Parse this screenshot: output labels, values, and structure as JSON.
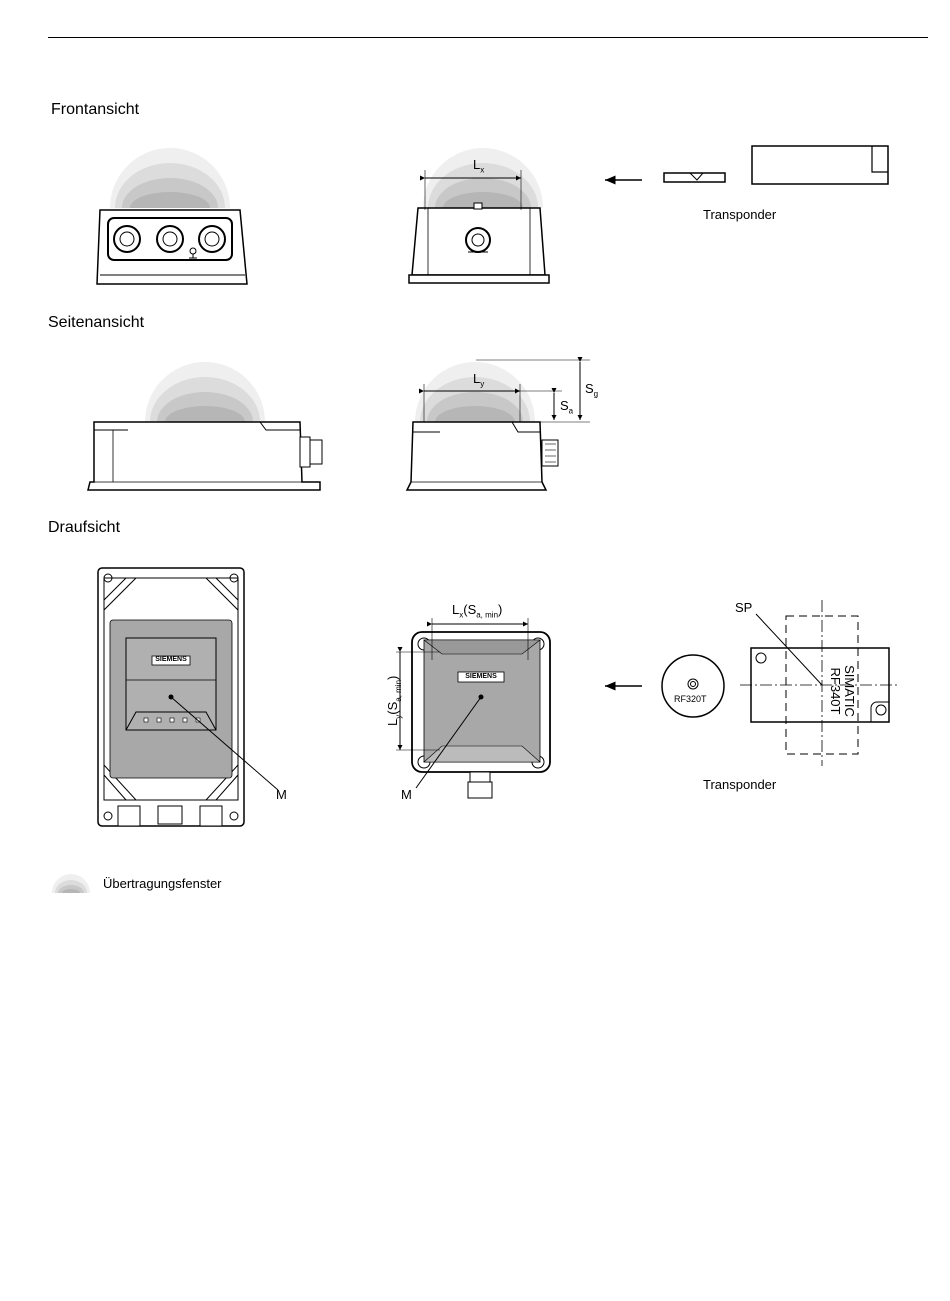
{
  "sections": {
    "front": "Frontansicht",
    "side": "Seitenansicht",
    "top": "Draufsicht"
  },
  "labels": {
    "transponder_front": "Transponder",
    "transponder_top": "Transponder",
    "lx": "L",
    "lx_sub": "x",
    "ly": "L",
    "ly_sub": "y",
    "sa": "S",
    "sa_sub": "a",
    "sg": "S",
    "sg_sub": "g",
    "lx_samin": "L",
    "lx_samin_sub": "x",
    "lx_samin_paren": "(S",
    "lx_samin_paren_sub": "a, min",
    "lx_samin_close": ")",
    "ly_samin": "L",
    "ly_samin_sub": "y",
    "ly_samin_paren": "(S",
    "ly_samin_paren_sub": "a, min",
    "ly_samin_close": ")",
    "m_left": "M",
    "m_mid": "M",
    "sp": "SP",
    "rf320t": "RF320T",
    "simatic": "SIMATIC",
    "rf340t": "RF340T",
    "siemens": "SIEMENS"
  },
  "legend": {
    "text": "Übertragungsfenster"
  },
  "colors": {
    "window_light": "#f0f0f0",
    "window_mid": "#dedede",
    "window_dark": "#c6c6c6",
    "window_darker": "#b4b4b4",
    "housing_fill": "#a8a8a8"
  }
}
